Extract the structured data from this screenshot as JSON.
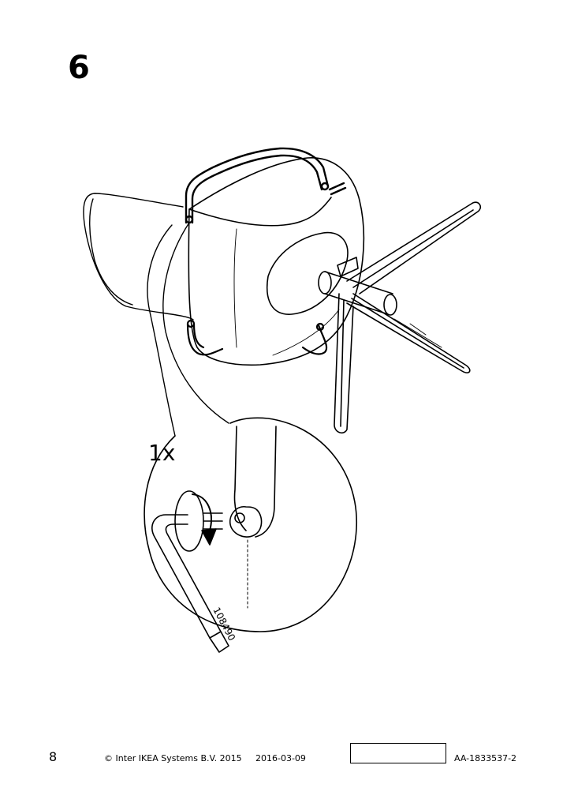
{
  "step": {
    "number": "6"
  },
  "callout": {
    "quantity": "1x",
    "tool_code": "108490"
  },
  "footer": {
    "page_number": "8",
    "copyright": "© Inter IKEA Systems B.V. 2015",
    "date": "2016-03-09",
    "document_code": "AA-1833537-2"
  }
}
